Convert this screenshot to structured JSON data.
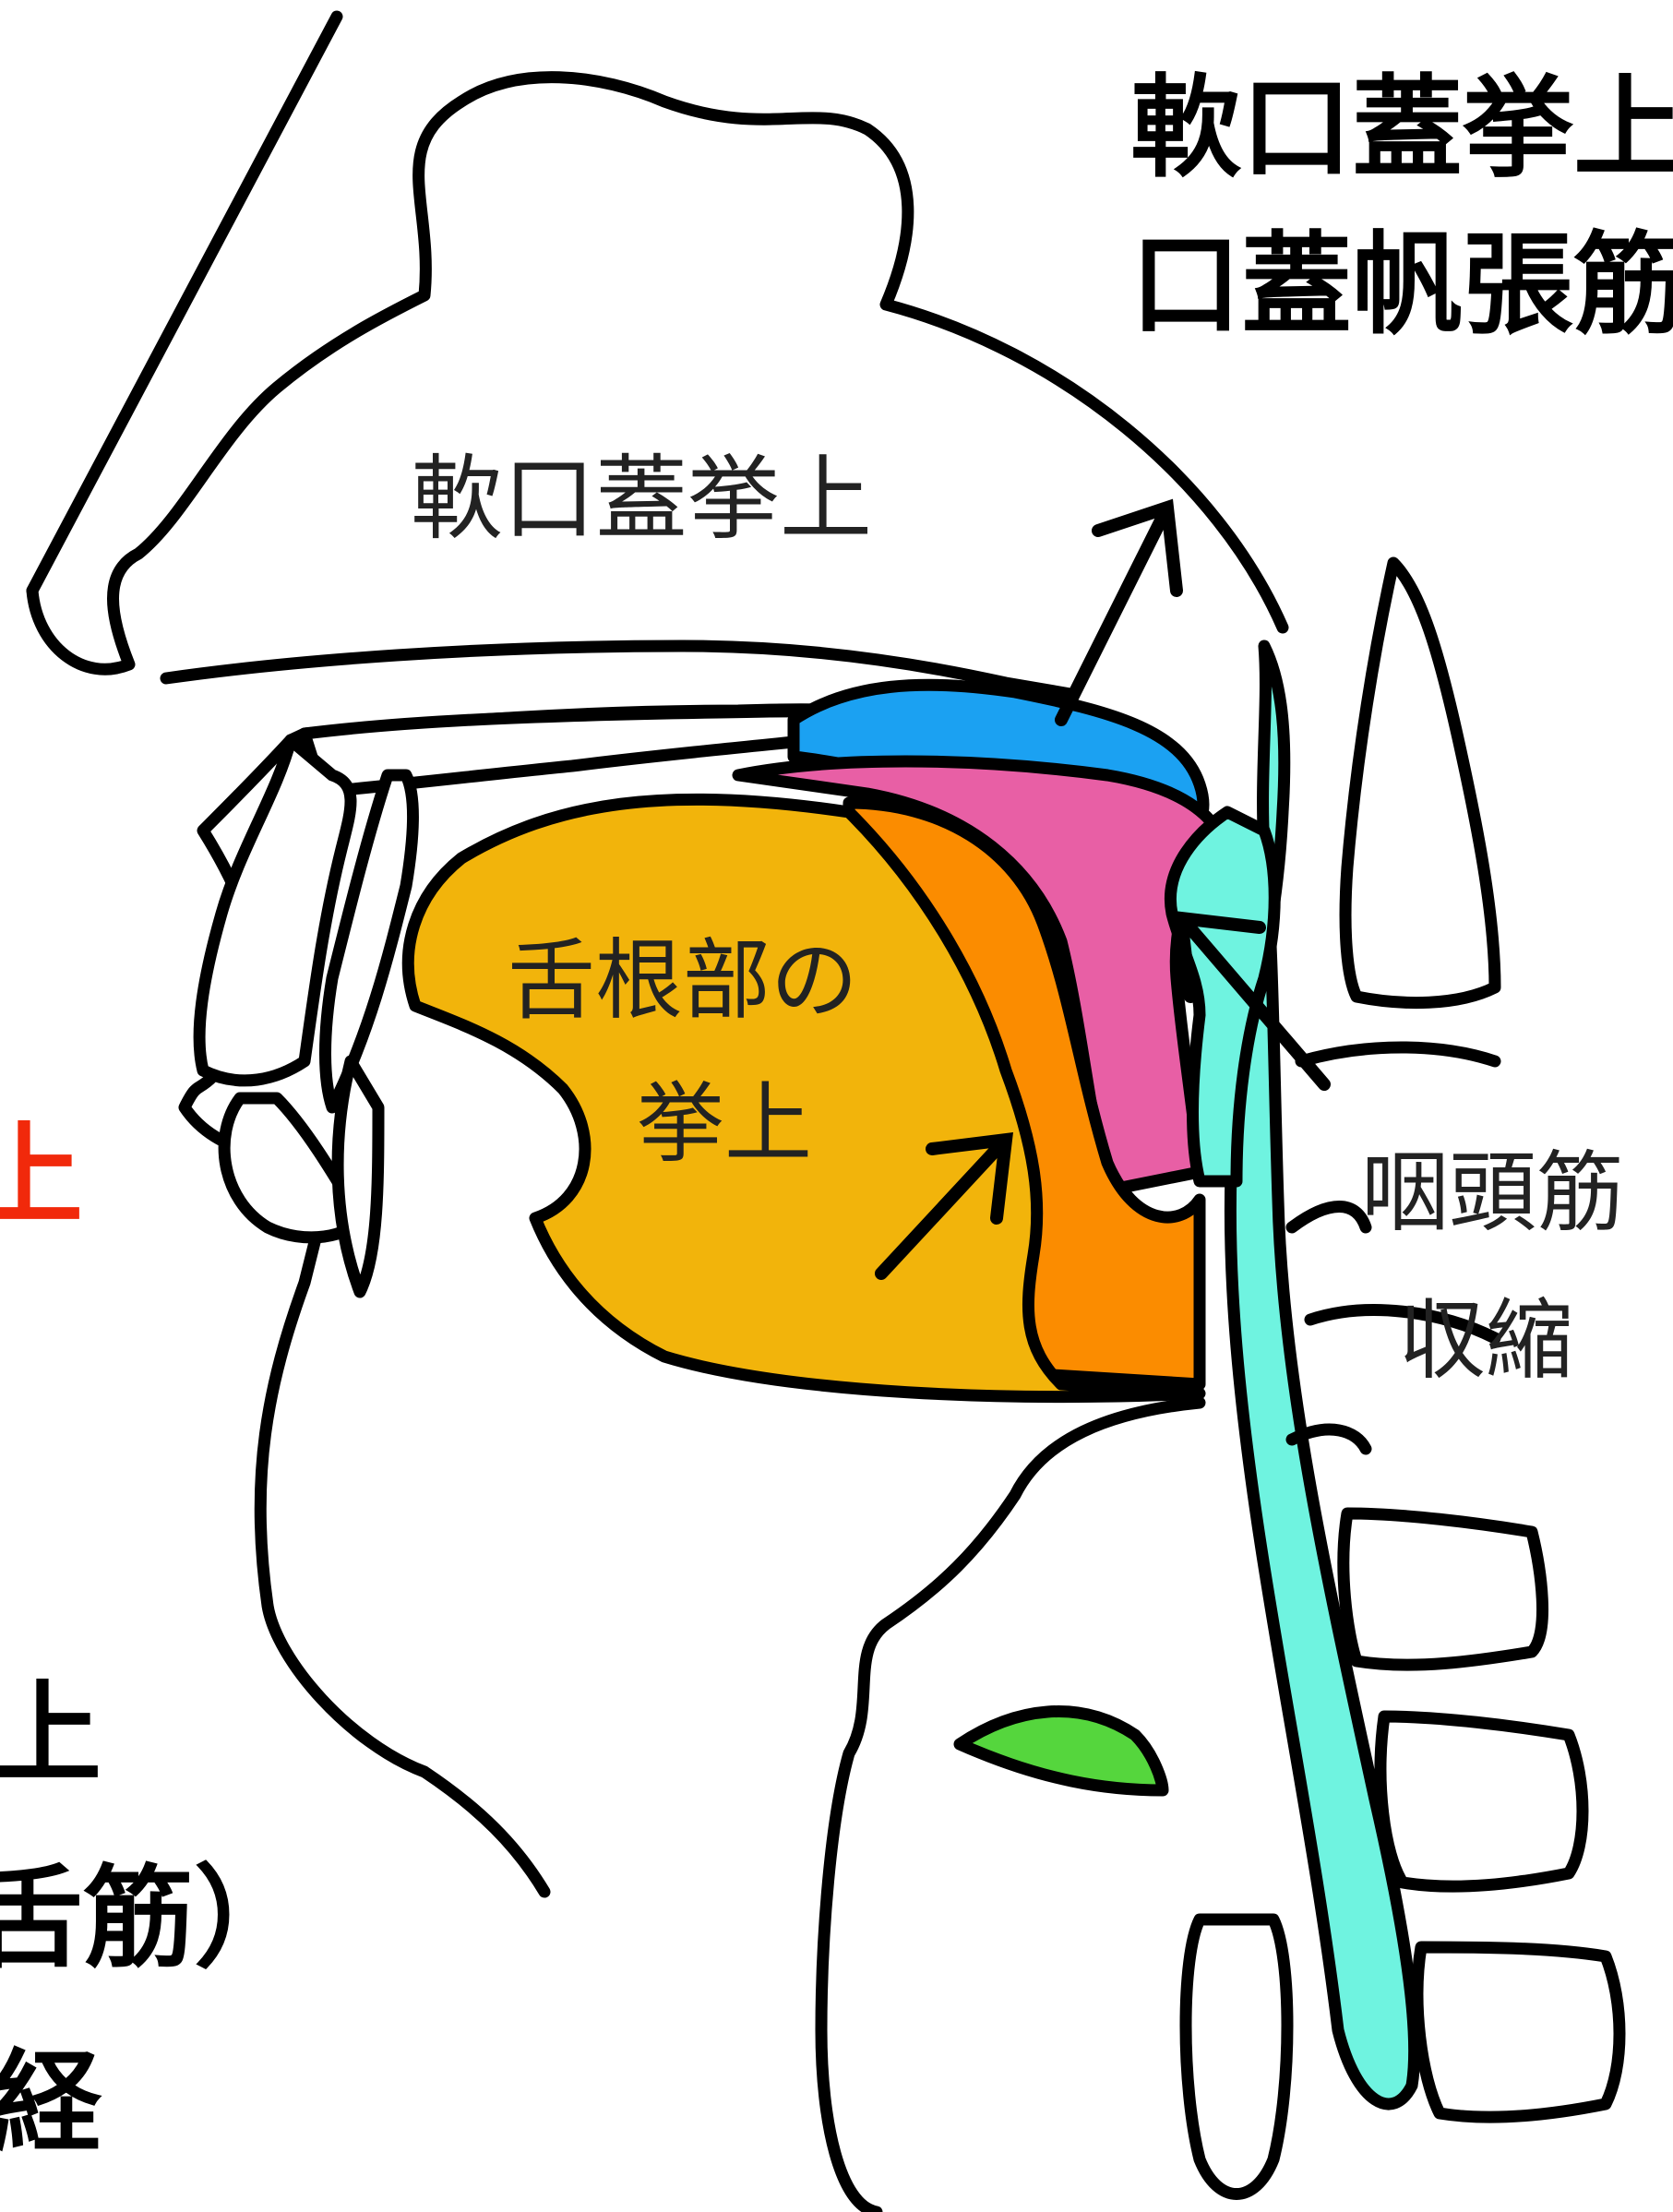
{
  "labels": {
    "top_right_line1": "軟口蓋挙上",
    "top_right_line2": "口蓋帆張筋",
    "soft_palate_elevation": "軟口蓋挙上",
    "tongue_base_line1": "舌根部の",
    "tongue_base_line2": "挙上",
    "pharynx_line1": "咽頭筋",
    "pharynx_line2": "収縮",
    "left_red_char": "上",
    "left_bottom_line1": "上",
    "left_bottom_line2": "舌筋）",
    "left_bottom_line3": "経"
  },
  "colors": {
    "outline": "#000000",
    "soft_palate": "#1ba1f2",
    "tongue_front": "#f2b40b",
    "tongue_middle": "#fb8c00",
    "tongue_back": "#e85fa5",
    "pharynx": "#6ff3e0",
    "epiglottis": "#55d63d",
    "red_text": "#f1290b"
  }
}
